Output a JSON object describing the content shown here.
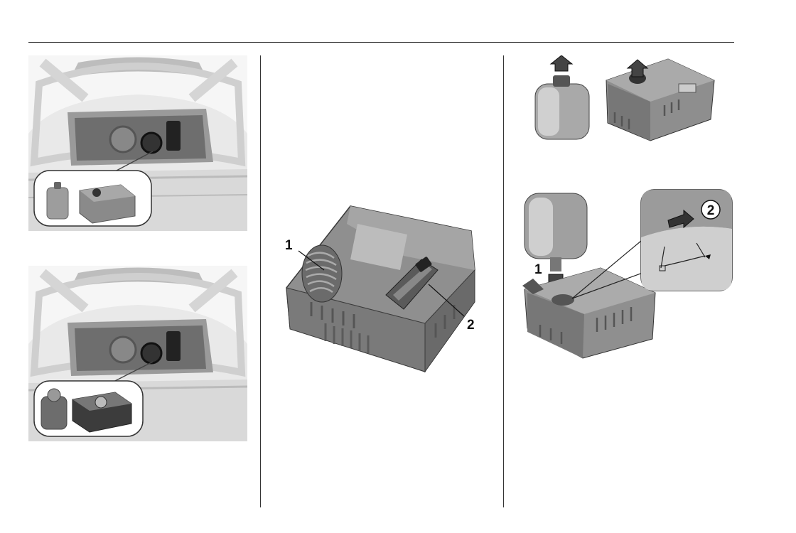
{
  "callouts": {
    "kit_hose": "1",
    "kit_cable": "2",
    "fit_bottle": "1",
    "turn_detail": "2"
  }
}
